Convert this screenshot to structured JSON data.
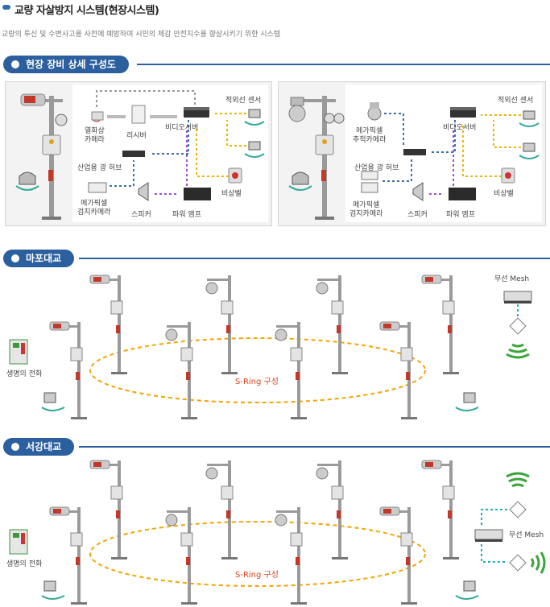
{
  "header": {
    "title": "교량 자살방지 시스템(현장시스템)",
    "subtitle": "교량의 투신 및 수변사고를 사전에 예방하여 시민의 체감 안전지수를 향상시키기 위한 시스템"
  },
  "sections": {
    "equipment": {
      "title": "현장 장비 상세 구성도"
    },
    "mapo": {
      "title": "마포대교"
    },
    "seogang": {
      "title": "서강대교"
    }
  },
  "panel_left": {
    "labels": {
      "thermal_camera": "열화상\n카메라",
      "receiver": "리시버",
      "video_server": "비디오서버",
      "ir_sensor": "적외선 센서",
      "hub": "산업용 광 허브",
      "megapixel_camera": "메가픽셀\n검지카메라",
      "speaker": "스피커",
      "power_amp": "파워 앰프",
      "emergency_bell": "비상벨"
    }
  },
  "panel_right": {
    "labels": {
      "tracking_camera": "메가픽셀\n추적카메라",
      "video_server": "비디오서버",
      "ir_sensor": "적외선 센서",
      "hub": "산업용 광 허브",
      "megapixel_camera": "메가픽셀\n검지카메라",
      "speaker": "스피커",
      "power_amp": "파워 앰프",
      "emergency_bell": "비상벨"
    }
  },
  "mapo": {
    "life_phone": "생명의 전화",
    "ring_label": "S-Ring 구성",
    "mesh_label": "무선 Mesh"
  },
  "seogang": {
    "life_phone": "생명의 전화",
    "ring_label": "S-Ring 구성",
    "mesh_label": "무선 Mesh"
  },
  "colors": {
    "accent_blue": "#2b5f9e",
    "link_blue": "#3a6fb0",
    "link_yellow": "#f0b400",
    "link_purple": "#9b4fd1",
    "link_gray": "#999999",
    "ring_orange": "#f5a400",
    "ring_text": "#e0421b",
    "mesh_cyan": "#19b3b9",
    "wifi_green": "#3aa53a"
  }
}
